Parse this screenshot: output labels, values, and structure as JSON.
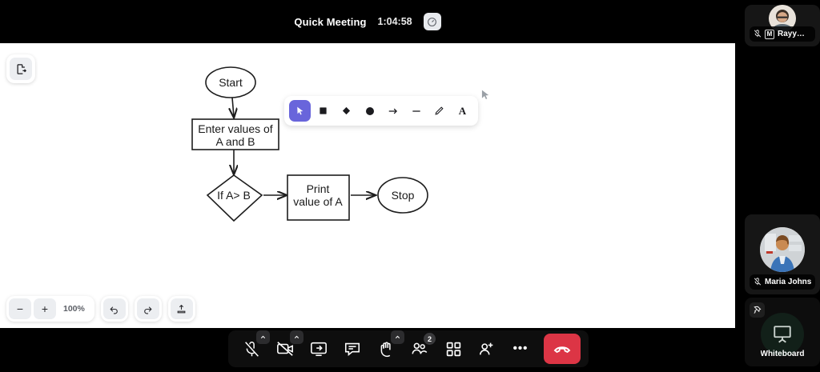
{
  "header": {
    "title": "Quick Meeting",
    "timer": "1:04:58",
    "gauge_icon": "gauge-icon"
  },
  "whiteboard": {
    "file_button": {
      "icon": "file-export-icon"
    },
    "shape_tools": [
      {
        "name": "selection-tool",
        "icon": "cursor-icon",
        "selected": true,
        "label": ""
      },
      {
        "name": "rectangle-tool",
        "icon": "square-icon",
        "selected": false,
        "label": ""
      },
      {
        "name": "diamond-tool",
        "icon": "diamond-icon",
        "selected": false,
        "label": ""
      },
      {
        "name": "ellipse-tool",
        "icon": "circle-icon",
        "selected": false,
        "label": ""
      },
      {
        "name": "arrow-tool",
        "icon": "arrow-icon",
        "selected": false,
        "label": ""
      },
      {
        "name": "line-tool",
        "icon": "line-icon",
        "selected": false,
        "label": ""
      },
      {
        "name": "draw-tool",
        "icon": "pencil-icon",
        "selected": false,
        "label": ""
      },
      {
        "name": "text-tool",
        "icon": "text-icon",
        "selected": false,
        "label": "A"
      }
    ],
    "zoom": {
      "out_label": "−",
      "in_label": "+",
      "value": "100%",
      "undo_icon": "undo-icon",
      "redo_icon": "redo-icon",
      "export_icon": "export-icon"
    },
    "flowchart": {
      "title": "",
      "nodes": [
        {
          "id": "start",
          "type": "ellipse",
          "text": "Start"
        },
        {
          "id": "input",
          "type": "rectangle",
          "text": "Enter values of A and B"
        },
        {
          "id": "decide",
          "type": "diamond",
          "text": "If A> B"
        },
        {
          "id": "print",
          "type": "rectangle",
          "text": "Print value of A"
        },
        {
          "id": "stop",
          "type": "ellipse",
          "text": "Stop"
        }
      ],
      "labels": {
        "start": "Start",
        "input_line1": "Enter values of",
        "input_line2": "A and B",
        "decide": "If A> B",
        "print_line1": "Print",
        "print_line2": "value of A",
        "stop": "Stop"
      },
      "edges": [
        {
          "from": "start",
          "to": "input"
        },
        {
          "from": "input",
          "to": "decide"
        },
        {
          "from": "decide",
          "to": "print"
        },
        {
          "from": "print",
          "to": "stop"
        }
      ]
    }
  },
  "participants": [
    {
      "name": "Rayy…",
      "muted": true,
      "badge": "M",
      "avatar_kind": "photo-man"
    },
    {
      "name": "Maria Johns",
      "muted": true,
      "badge": "",
      "avatar_kind": "photo-woman"
    }
  ],
  "whiteboard_tile": {
    "label": "Whiteboard",
    "pin_icon": "pin-icon",
    "icon": "whiteboard-icon"
  },
  "controls": [
    {
      "name": "microphone-button",
      "icon": "mic-off-icon",
      "chevron": true,
      "badge": ""
    },
    {
      "name": "camera-button",
      "icon": "camera-off-icon",
      "chevron": true,
      "badge": ""
    },
    {
      "name": "share-screen-button",
      "icon": "share-screen-icon",
      "chevron": false,
      "badge": ""
    },
    {
      "name": "chat-button",
      "icon": "chat-icon",
      "chevron": false,
      "badge": ""
    },
    {
      "name": "raise-hand-button",
      "icon": "hand-icon",
      "chevron": true,
      "badge": ""
    },
    {
      "name": "participants-button",
      "icon": "people-icon",
      "chevron": false,
      "badge": "2"
    },
    {
      "name": "apps-button",
      "icon": "grid-icon",
      "chevron": false,
      "badge": ""
    },
    {
      "name": "add-person-button",
      "icon": "person-add-icon",
      "chevron": false,
      "badge": ""
    },
    {
      "name": "more-options-button",
      "icon": "ellipsis-icon",
      "chevron": false,
      "badge": ""
    }
  ],
  "end_call": {
    "label": "",
    "icon": "phone-hangup-icon",
    "color": "#dc3545"
  },
  "colors": {
    "accent": "#6965db",
    "danger": "#dc3545",
    "canvas": "#ffffff",
    "chrome": "#000000",
    "tile": "#161616"
  }
}
